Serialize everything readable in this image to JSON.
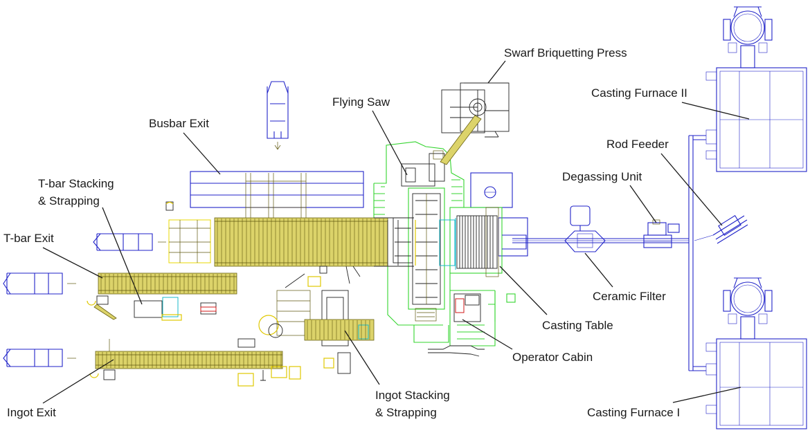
{
  "labels": {
    "swarf_press": "Swarf Briquetting Press",
    "flying_saw": "Flying Saw",
    "busbar_exit": "Busbar Exit",
    "tbar_stacking_1": "T-bar Stacking",
    "tbar_stacking_2": "& Strapping",
    "tbar_exit": "T-bar Exit",
    "casting_furnace_2": "Casting Furnace II",
    "rod_feeder": "Rod Feeder",
    "degassing_unit": "Degassing Unit",
    "ceramic_filter": "Ceramic Filter",
    "casting_table": "Casting Table",
    "operator_cabin": "Operator Cabin",
    "ingot_stacking_1": "Ingot Stacking",
    "ingot_stacking_2": "& Strapping",
    "ingot_exit": "Ingot Exit",
    "casting_furnace_1": "Casting Furnace I"
  },
  "colors": {
    "equipment_blue": "#1f22c8",
    "conveyor_yellow": "#dcd36a",
    "enclosure_green": "#33d42e",
    "label_text": "#1a1a1a"
  }
}
